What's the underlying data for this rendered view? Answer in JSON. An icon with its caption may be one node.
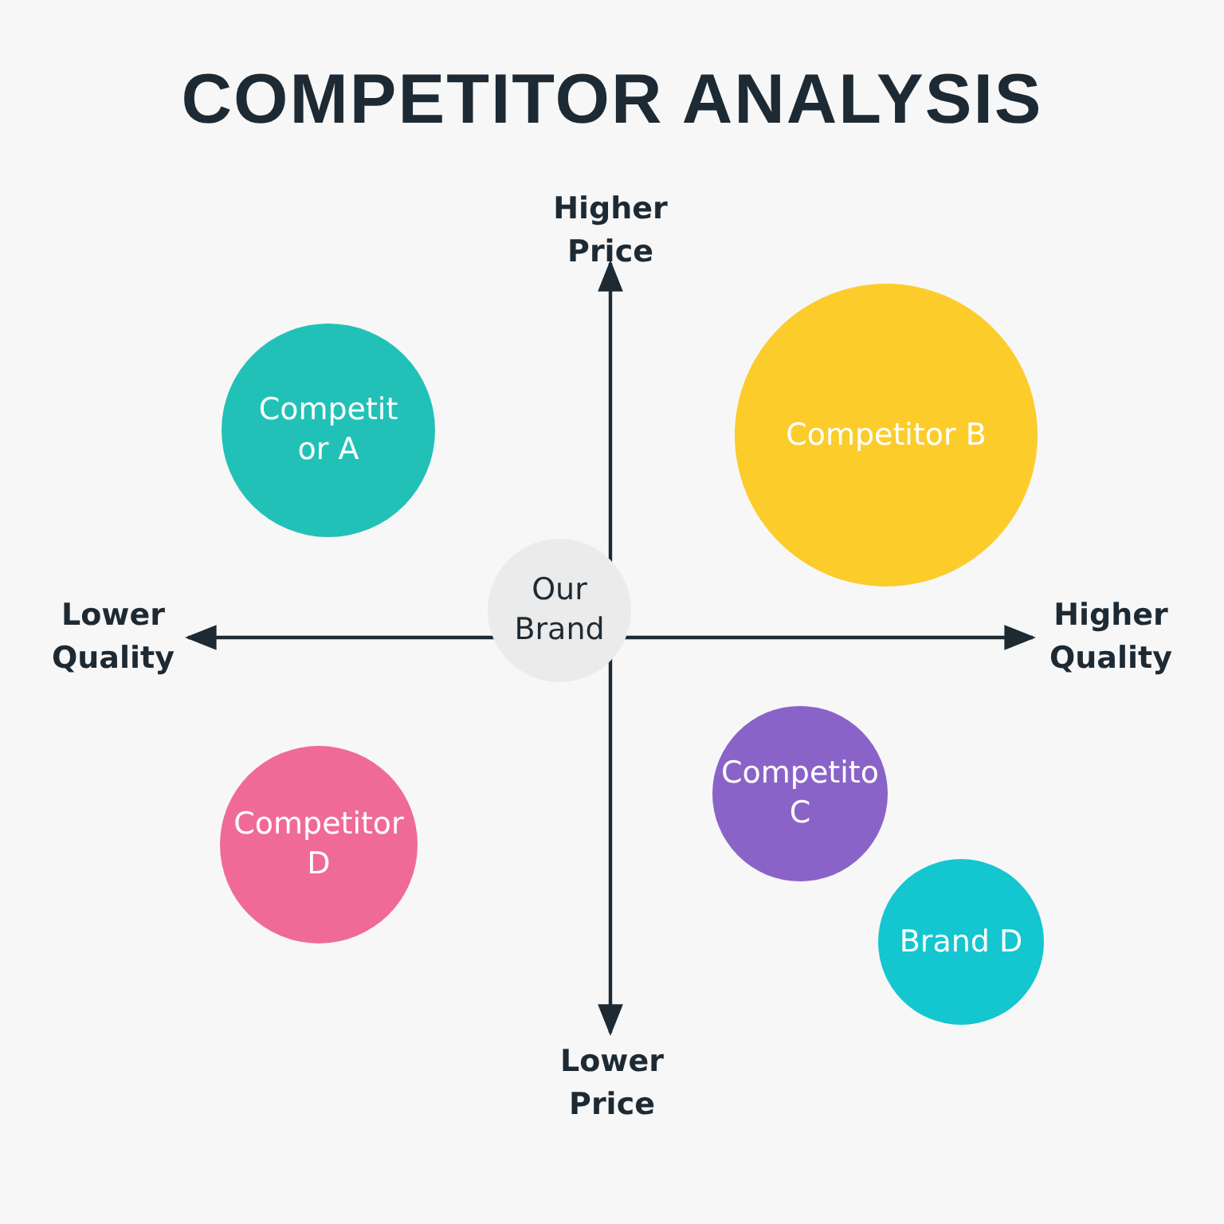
{
  "diagram": {
    "title": "COMPETITOR ANALYSIS",
    "nodes": [
      {
        "text": [
          "Competit or A"
        ]
      },
      {
        "text": [
          "Competitor B"
        ]
      },
      {
        "text": [
          "Our Brand"
        ]
      },
      {
        "text": [
          "Competito C"
        ]
      },
      {
        "text": [
          "Competitor D"
        ]
      },
      {
        "text": [
          "Brand D"
        ]
      }
    ],
    "labels": [
      "Higher Price",
      "Lower Quality",
      "Higher Quality",
      "Lower Price"
    ]
  }
}
